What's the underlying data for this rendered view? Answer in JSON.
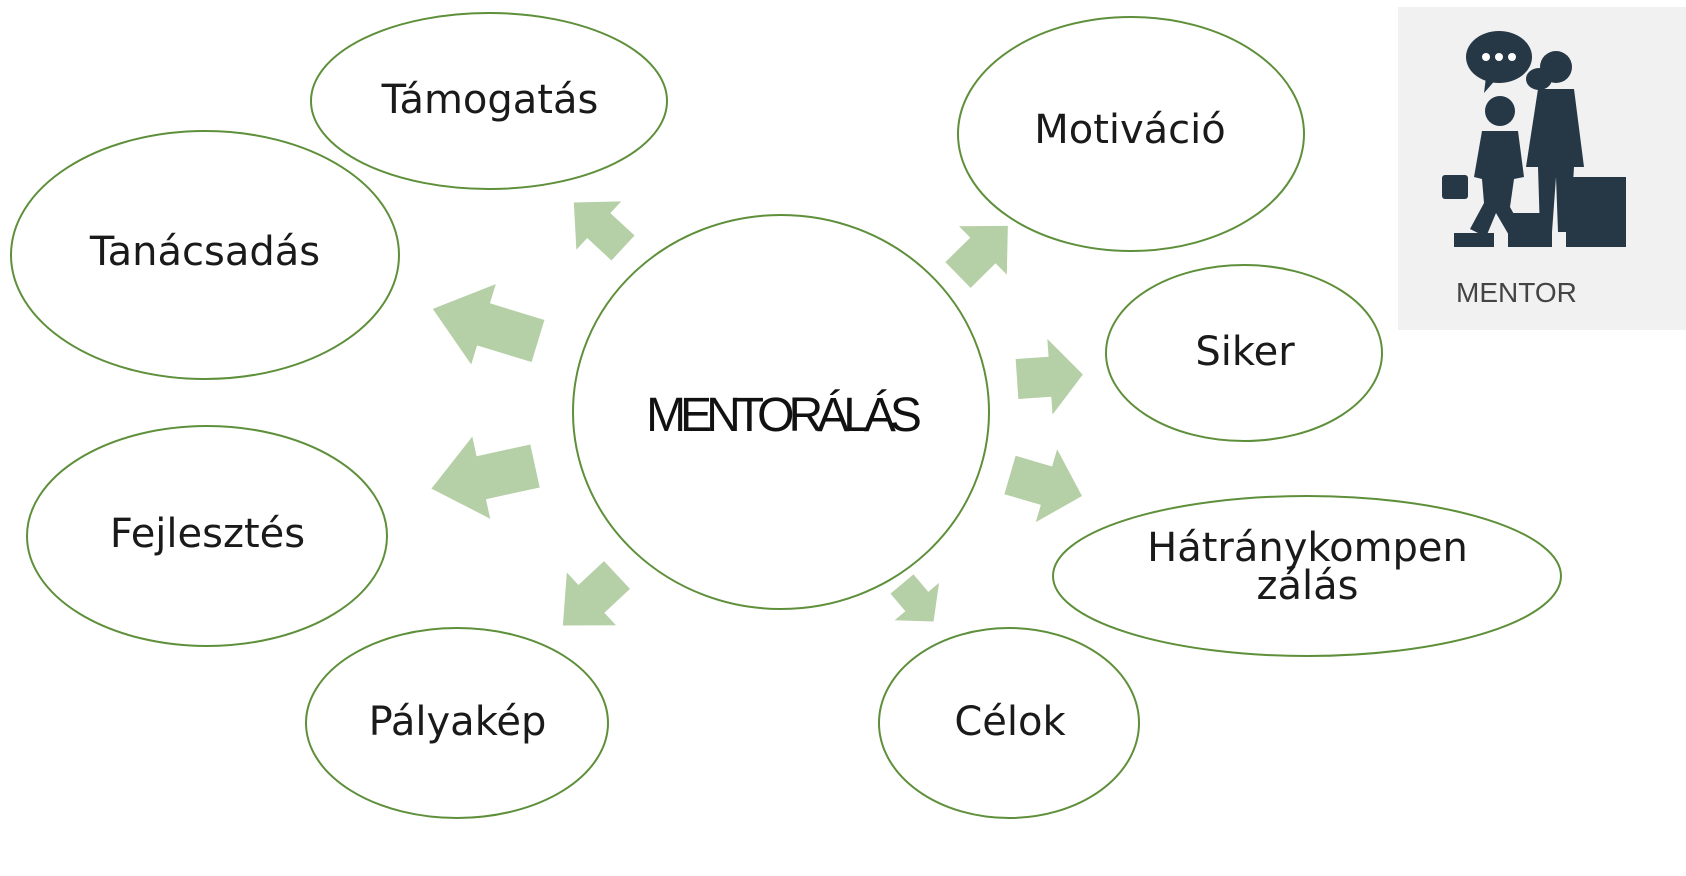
{
  "diagram": {
    "center": {
      "label": "MENTORÁLÁS"
    },
    "nodes": [
      {
        "id": "tamogatas",
        "label": "Támogatás"
      },
      {
        "id": "tanacsadas",
        "label": "Tanácsadás"
      },
      {
        "id": "fejlesztes",
        "label": "Fejlesztés"
      },
      {
        "id": "palyakep",
        "label": "Pályakép"
      },
      {
        "id": "celok",
        "label": "Célok"
      },
      {
        "id": "hatranykompenzalas",
        "label": "Hátránykompen\nzálás"
      },
      {
        "id": "siker",
        "label": "Siker"
      },
      {
        "id": "motivacio",
        "label": "Motiváció"
      }
    ]
  },
  "logo": {
    "caption": "MENTOR"
  },
  "colors": {
    "ellipse_stroke": "#5e8f3a",
    "arrow_fill": "#b5cfa6",
    "logo_figure": "#263746",
    "logo_background": "#f1f1f1"
  }
}
